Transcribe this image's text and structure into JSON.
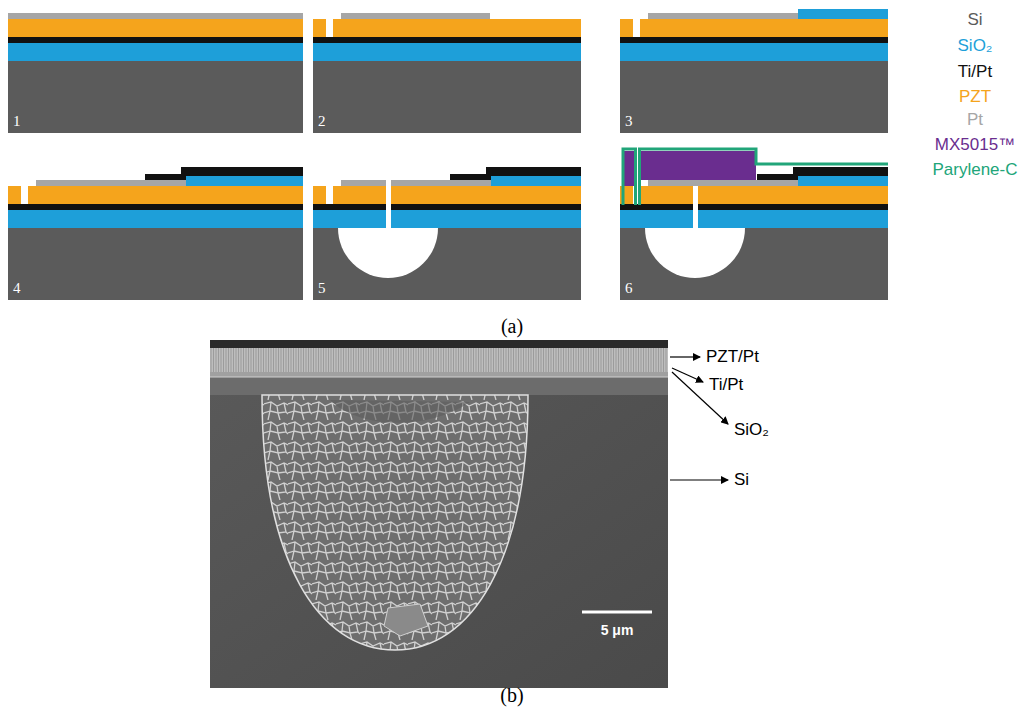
{
  "diagram": {
    "labels": [
      "1",
      "2",
      "3",
      "4",
      "5",
      "6",
      "(a)",
      "PZT/Pt",
      "Ti/Pt",
      "SiO₂",
      "Si",
      "5 μm",
      "(b)"
    ],
    "legend": [
      {
        "text": "Si",
        "color": "#5b5b5b"
      },
      {
        "text": "SiO₂",
        "color": "#1e9fd9"
      },
      {
        "text": "Ti/Pt",
        "color": "#111111"
      },
      {
        "text": "PZT",
        "color": "#f5a41c"
      },
      {
        "text": "Pt",
        "color": "#a6a6a6"
      },
      {
        "text": "MX5015™",
        "color": "#6a2d8f"
      },
      {
        "text": "Parylene-C",
        "color": "#21a579"
      }
    ]
  }
}
